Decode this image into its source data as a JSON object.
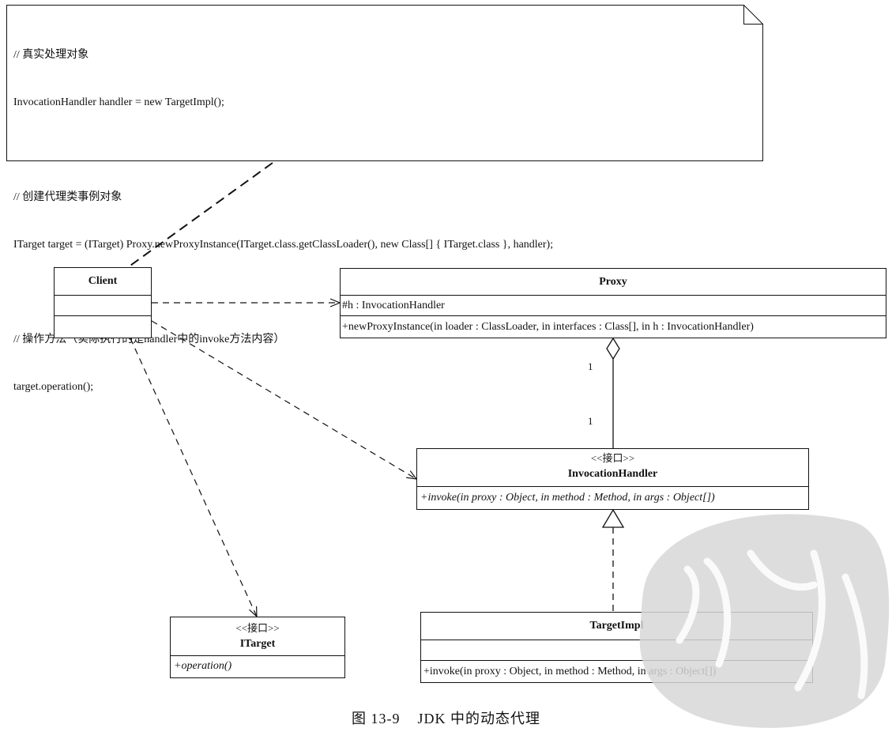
{
  "note": {
    "lines": [
      "// 真实处理对象",
      "InvocationHandler handler = new TargetImpl();",
      "",
      "// 创建代理类事例对象",
      "ITarget target = (ITarget) Proxy.newProxyInstance(ITarget.class.getClassLoader(), new Class[] { ITarget.class }, handler);",
      "",
      "// 操作方法（实际执行的是handler中的invoke方法内容）",
      "target.operation();"
    ]
  },
  "classes": {
    "client": {
      "name": "Client"
    },
    "proxy": {
      "name": "Proxy",
      "attribute": "#h : InvocationHandler",
      "operation": "+newProxyInstance(in loader : ClassLoader, in interfaces : Class[], in h : InvocationHandler)"
    },
    "invocation_handler": {
      "stereotype": "<<接口>>",
      "name": "InvocationHandler",
      "operation": "+invoke(in proxy : Object, in method : Method, in args : Object[])"
    },
    "itarget": {
      "stereotype": "<<接口>>",
      "name": "ITarget",
      "operation": "+operation()"
    },
    "target_impl": {
      "name": "TargetImpl",
      "operation": "+invoke(in proxy : Object, in method : Method, in args : Object[])"
    }
  },
  "multiplicity": {
    "proxy_end": "1",
    "handler_end": "1"
  },
  "caption": {
    "number": "图 13-9",
    "text": "JDK 中的动态代理"
  }
}
